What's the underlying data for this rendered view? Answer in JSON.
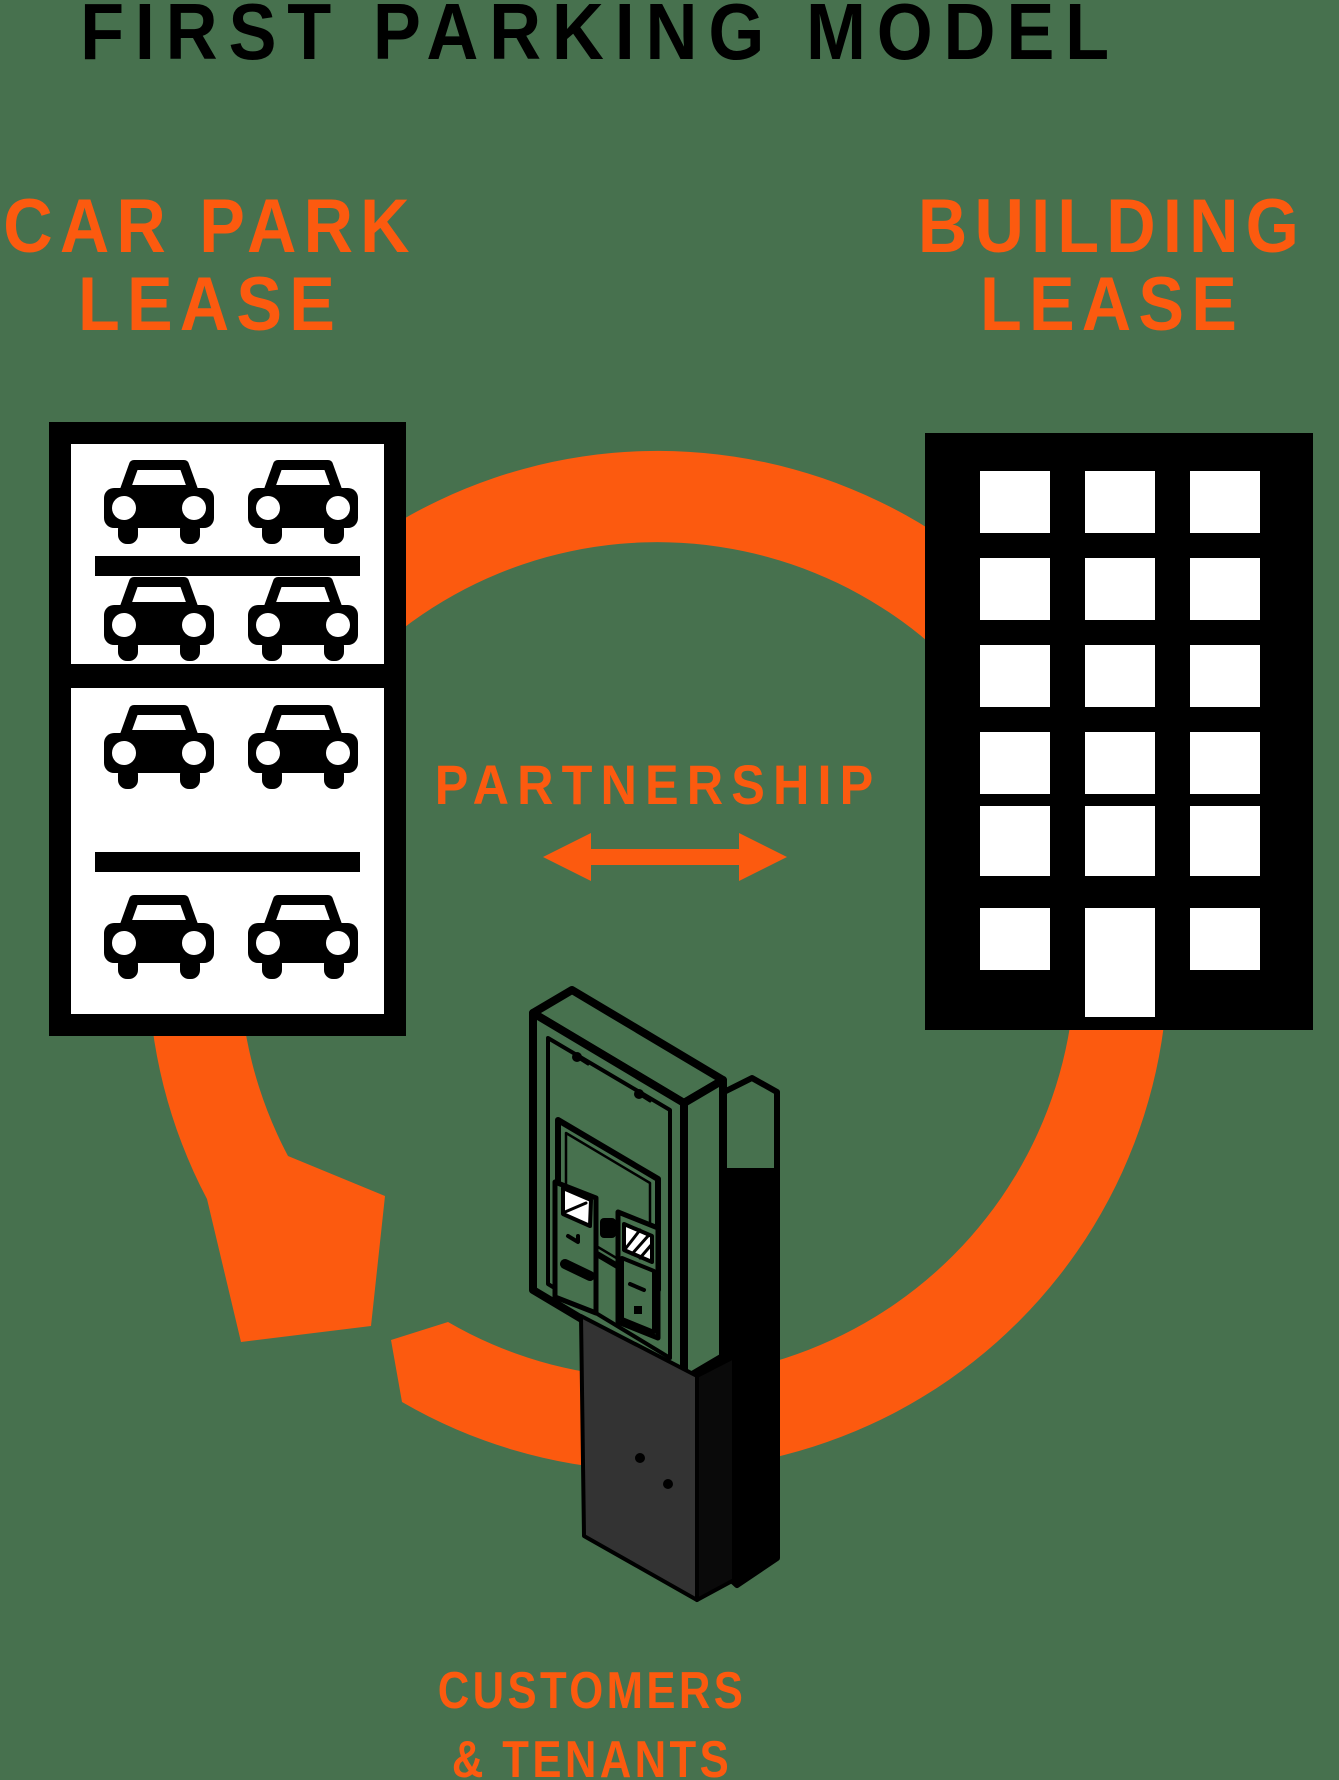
{
  "title": "FIRST PARKING MODEL",
  "nodes": {
    "car_park": {
      "label_line1": "CAR PARK",
      "label_line2": "LEASE"
    },
    "building": {
      "label_line1": "BUILDING",
      "label_line2": "LEASE"
    },
    "customers": {
      "label_line1": "CUSTOMERS",
      "label_line2": "& TENANTS"
    }
  },
  "relationship": {
    "label": "PARTNERSHIP"
  },
  "icons": {
    "car_park_sign": "car-park-sign-icon (double-deck rows of 8 front-view car pictograms)",
    "building": "building-icon (black block with white window grid and door)",
    "kiosk": "parking-payment-kiosk-icon (isometric ticket machine)",
    "cycle_arrow": "circular-flow-arrow-icon (orange ring with arrowhead and notched tail)",
    "partnership_arrow": "double-headed-arrow-icon"
  },
  "colors": {
    "background": "#47714E",
    "accent_orange": "#FC5A0F",
    "ink_black": "#000000",
    "paper_white": "#FFFFFF",
    "pedestal_gray": "#333333"
  }
}
